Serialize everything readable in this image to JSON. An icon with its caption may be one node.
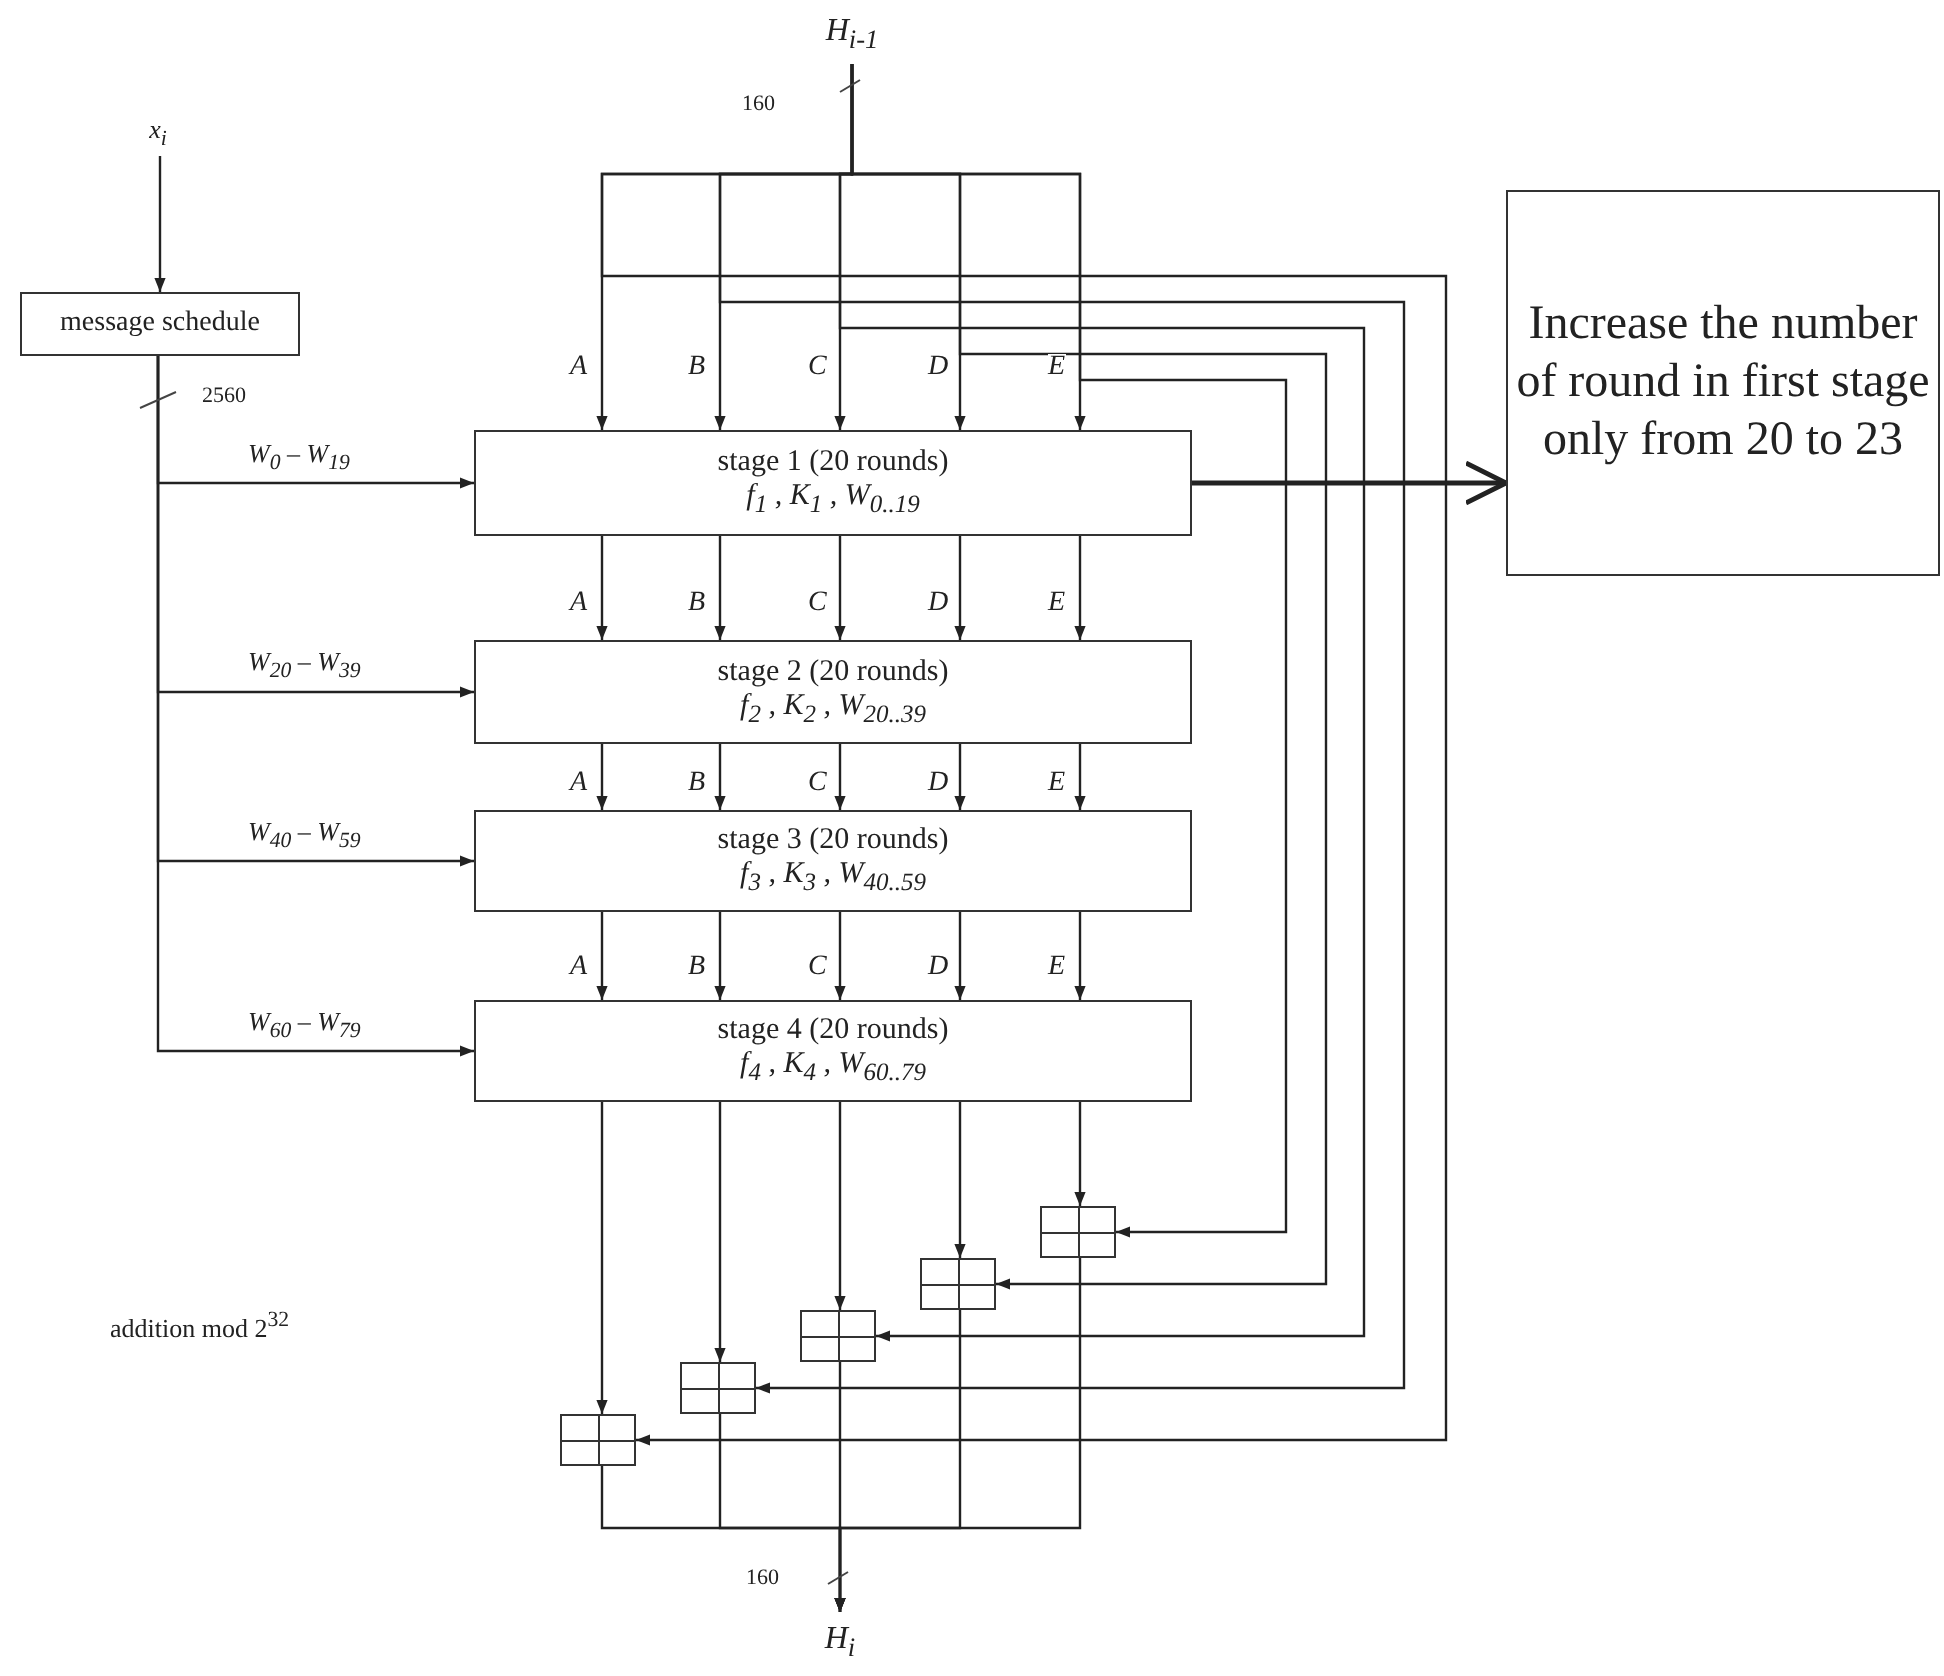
{
  "diagram": {
    "nodes": [
      {
        "text": [
          "x$_{i}$"
        ]
      },
      {
        "text": [
          "message schedule"
        ]
      },
      {
        "text": [
          "H$_{i-1}$"
        ]
      },
      {
        "text": [
          "stage 1 (20 rounds)",
          "f$_{1}$ , K$_{1}$ , W$_{0..19}$"
        ]
      },
      {
        "text": [
          "stage 2 (20 rounds)",
          "f$_{2}$ , K$_{2}$ , W$_{20..39}$"
        ]
      },
      {
        "text": [
          "stage 3 (20 rounds)",
          "f$_{3}$ , K$_{3}$ , W$_{40..59}$"
        ]
      },
      {
        "text": [
          "stage 4 (20 rounds)",
          "f$_{4}$ , K$_{4}$ , W$_{60..79}$"
        ]
      },
      {
        "text": [],
        "shape": "box"
      },
      {
        "text": [],
        "shape": "box"
      },
      {
        "text": [],
        "shape": "box"
      },
      {
        "text": [],
        "shape": "box"
      },
      {
        "text": [],
        "shape": "box"
      },
      {
        "text": [
          "H$_{i}$"
        ]
      },
      {
        "text": [
          "Increase the number of round in first stage only from 20 to 23"
        ]
      }
    ],
    "edges": [
      {
        "from": 0,
        "to": 1,
        "arrow": "to"
      },
      {
        "from": 1,
        "to": 3,
        "arrow": "to",
        "label": "W$_{0}$ – W$_{19}$"
      },
      {
        "from": 1,
        "to": 4,
        "arrow": "to",
        "label": "W$_{20}$ – W$_{39}$"
      },
      {
        "from": 1,
        "to": 5,
        "arrow": "to",
        "label": "W$_{40}$ – W$_{59}$"
      },
      {
        "from": 1,
        "to": 6,
        "arrow": "to",
        "label": "W$_{60}$ – W$_{79}$"
      },
      {
        "from": 2,
        "to": 3,
        "arrow": "to",
        "label": "A"
      },
      {
        "from": 2,
        "to": 3,
        "arrow": "to",
        "label": "B"
      },
      {
        "from": 2,
        "to": 3,
        "arrow": "to",
        "label": "C"
      },
      {
        "from": 2,
        "to": 3,
        "arrow": "to",
        "label": "D"
      },
      {
        "from": 2,
        "to": 3,
        "arrow": "to",
        "label": "E"
      },
      {
        "from": 3,
        "to": 4,
        "arrow": "to",
        "label": "A"
      },
      {
        "from": 3,
        "to": 4,
        "arrow": "to",
        "label": "B"
      },
      {
        "from": 3,
        "to": 4,
        "arrow": "to",
        "label": "C"
      },
      {
        "from": 3,
        "to": 4,
        "arrow": "to",
        "label": "D"
      },
      {
        "from": 3,
        "to": 4,
        "arrow": "to",
        "label": "E"
      },
      {
        "from": 4,
        "to": 5,
        "arrow": "to",
        "label": "A"
      },
      {
        "from": 4,
        "to": 5,
        "arrow": "to",
        "label": "B"
      },
      {
        "from": 4,
        "to": 5,
        "arrow": "to",
        "label": "C"
      },
      {
        "from": 4,
        "to": 5,
        "arrow": "to",
        "label": "D"
      },
      {
        "from": 4,
        "to": 5,
        "arrow": "to",
        "label": "E"
      },
      {
        "from": 5,
        "to": 6,
        "arrow": "to",
        "label": "A"
      },
      {
        "from": 5,
        "to": 6,
        "arrow": "to",
        "label": "B"
      },
      {
        "from": 5,
        "to": 6,
        "arrow": "to",
        "label": "C"
      },
      {
        "from": 5,
        "to": 6,
        "arrow": "to",
        "label": "D"
      },
      {
        "from": 5,
        "to": 6,
        "arrow": "to",
        "label": "E"
      },
      {
        "from": 2,
        "to": 7,
        "arrow": "to"
      },
      {
        "from": 2,
        "to": 8,
        "arrow": "to"
      },
      {
        "from": 2,
        "to": 9,
        "arrow": "to"
      },
      {
        "from": 2,
        "to": 10,
        "arrow": "to"
      },
      {
        "from": 2,
        "to": 11,
        "arrow": "to"
      },
      {
        "from": 6,
        "to": 7,
        "arrow": "to"
      },
      {
        "from": 6,
        "to": 8,
        "arrow": "to"
      },
      {
        "from": 6,
        "to": 9,
        "arrow": "to"
      },
      {
        "from": 6,
        "to": 10,
        "arrow": "to"
      },
      {
        "from": 6,
        "to": 11,
        "arrow": "to"
      },
      {
        "from": 7,
        "to": 12,
        "arrow": "to"
      },
      {
        "from": 8,
        "to": 12,
        "arrow": "to"
      },
      {
        "from": 9,
        "to": 12,
        "arrow": "to"
      },
      {
        "from": 10,
        "to": 12,
        "arrow": "to"
      },
      {
        "from": 11,
        "to": 12,
        "arrow": "to"
      },
      {
        "from": 3,
        "to": 13,
        "arrow": "to"
      }
    ],
    "labels": [
      "160",
      "2560",
      "addition mod 2$^{32}$",
      "160"
    ]
  }
}
